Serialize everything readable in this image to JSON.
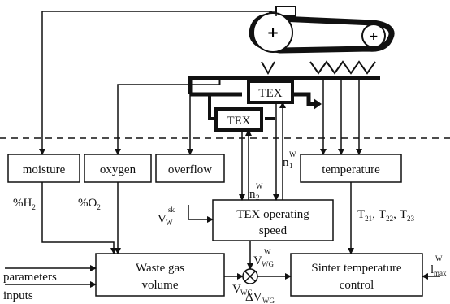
{
  "boxes": {
    "moisture": "moisture",
    "oxygen": "oxygen",
    "overflow": "overflow",
    "temperature": "temperature",
    "tex_top": "TEX",
    "tex_bottom": "TEX",
    "tex_speed_line1": "TEX operating",
    "tex_speed_line2": "speed",
    "waste_gas_line1": "Waste gas",
    "waste_gas_line2": "volume",
    "sinter_line1": "Sinter temperature",
    "sinter_line2": "control"
  },
  "labels": {
    "h2": "%H",
    "h2_sub": "2",
    "o2": "%O",
    "o2_sub": "2",
    "vw_base": "V",
    "vw_sub": "W",
    "vw_sup": "sk",
    "n2_base": "n",
    "n2_sub": "2",
    "n2_sup": "W",
    "n1_base": "n",
    "n1_sub": "1",
    "n1_sup": "W",
    "t21": "T",
    "t21_sub": "21",
    "t22": "T",
    "t22_sub": "22",
    "t23": "T",
    "t23_sub": "23",
    "comma": ",",
    "vwg_set_base": "V",
    "vwg_set_sub": "WG",
    "vwg_set_sup": "W",
    "vwg_base": "V",
    "vwg_sub": "WG",
    "dvwg_base": "ΔV",
    "dvwg_sub": "WG",
    "lmax_base": "l",
    "lmax_sub": "max",
    "lmax_sup": "W",
    "parameters": "parameters",
    "inputs": "inputs"
  }
}
